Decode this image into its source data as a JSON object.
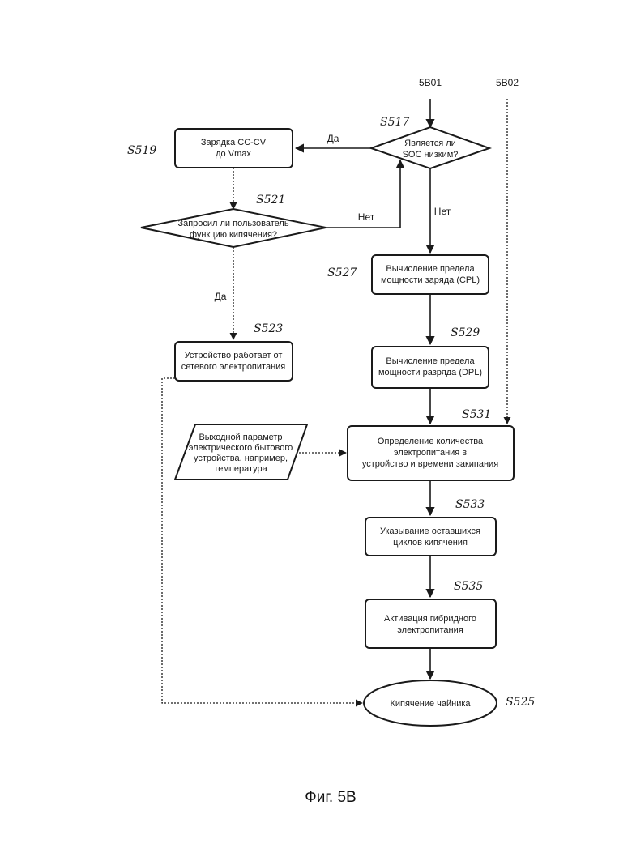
{
  "caption": "Фиг. 5В",
  "connectors": {
    "in1": "5B01",
    "in2": "5B02"
  },
  "steps": {
    "s517": "S517",
    "s519": "S519",
    "s521": "S521",
    "s523": "S523",
    "s525": "S525",
    "s527": "S527",
    "s529": "S529",
    "s531": "S531",
    "s533": "S533",
    "s535": "S535"
  },
  "nodes": {
    "soc_low": [
      "Является ли",
      "SOC низким?"
    ],
    "charge_cccv": [
      "Зарядка CC-CV",
      "до Vmax"
    ],
    "user_boil": [
      "Запросил ли пользователь",
      "функцию кипячения?"
    ],
    "mains_power": [
      "Устройство работает от",
      "сетевого электропитания"
    ],
    "cpl": [
      "Вычисление предела",
      "мощности заряда (CPL)"
    ],
    "dpl": [
      "Вычисление предела",
      "мощности разряда (DPL)"
    ],
    "output_param": [
      "Выходной параметр",
      "электрического бытового",
      "устройства, например,",
      "температура"
    ],
    "determine": [
      "Определение количества",
      "электропитания в",
      "устройство и времени закипания"
    ],
    "cycles": [
      "Указывание оставшихся",
      "циклов кипячения"
    ],
    "hybrid": [
      "Активация гибридного",
      "электропитания"
    ],
    "boil": [
      "Кипячение чайника"
    ]
  },
  "edge_labels": {
    "yes_top": "Да",
    "no_right": "Нет",
    "no_down": "Нет",
    "yes_down": "Да"
  }
}
